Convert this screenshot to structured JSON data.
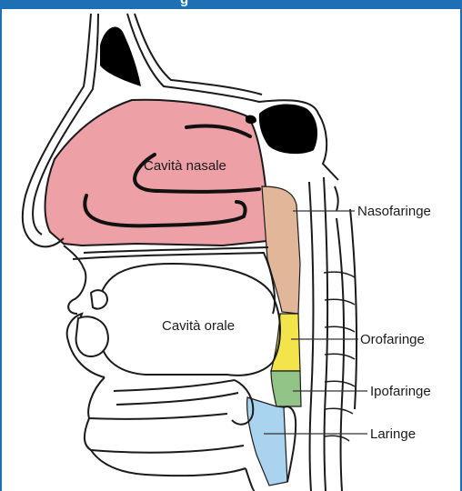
{
  "header": {
    "title": "g"
  },
  "labels": {
    "nasal_cavity": "Cavità nasale",
    "oral_cavity": "Cavità orale",
    "nasopharynx": "Nasofaringe",
    "oropharynx": "Orofaringe",
    "hypopharynx": "Ipofaringe",
    "larynx": "Laringe"
  },
  "colors": {
    "header": "#1f6fb5",
    "nasal_cavity": "#eda1a6",
    "nasopharynx": "#e2b698",
    "oropharynx": "#f2e44a",
    "hypopharynx": "#93c487",
    "larynx": "#a9d3ef",
    "outline": "#1a1a1a",
    "sinus": "#000000"
  }
}
